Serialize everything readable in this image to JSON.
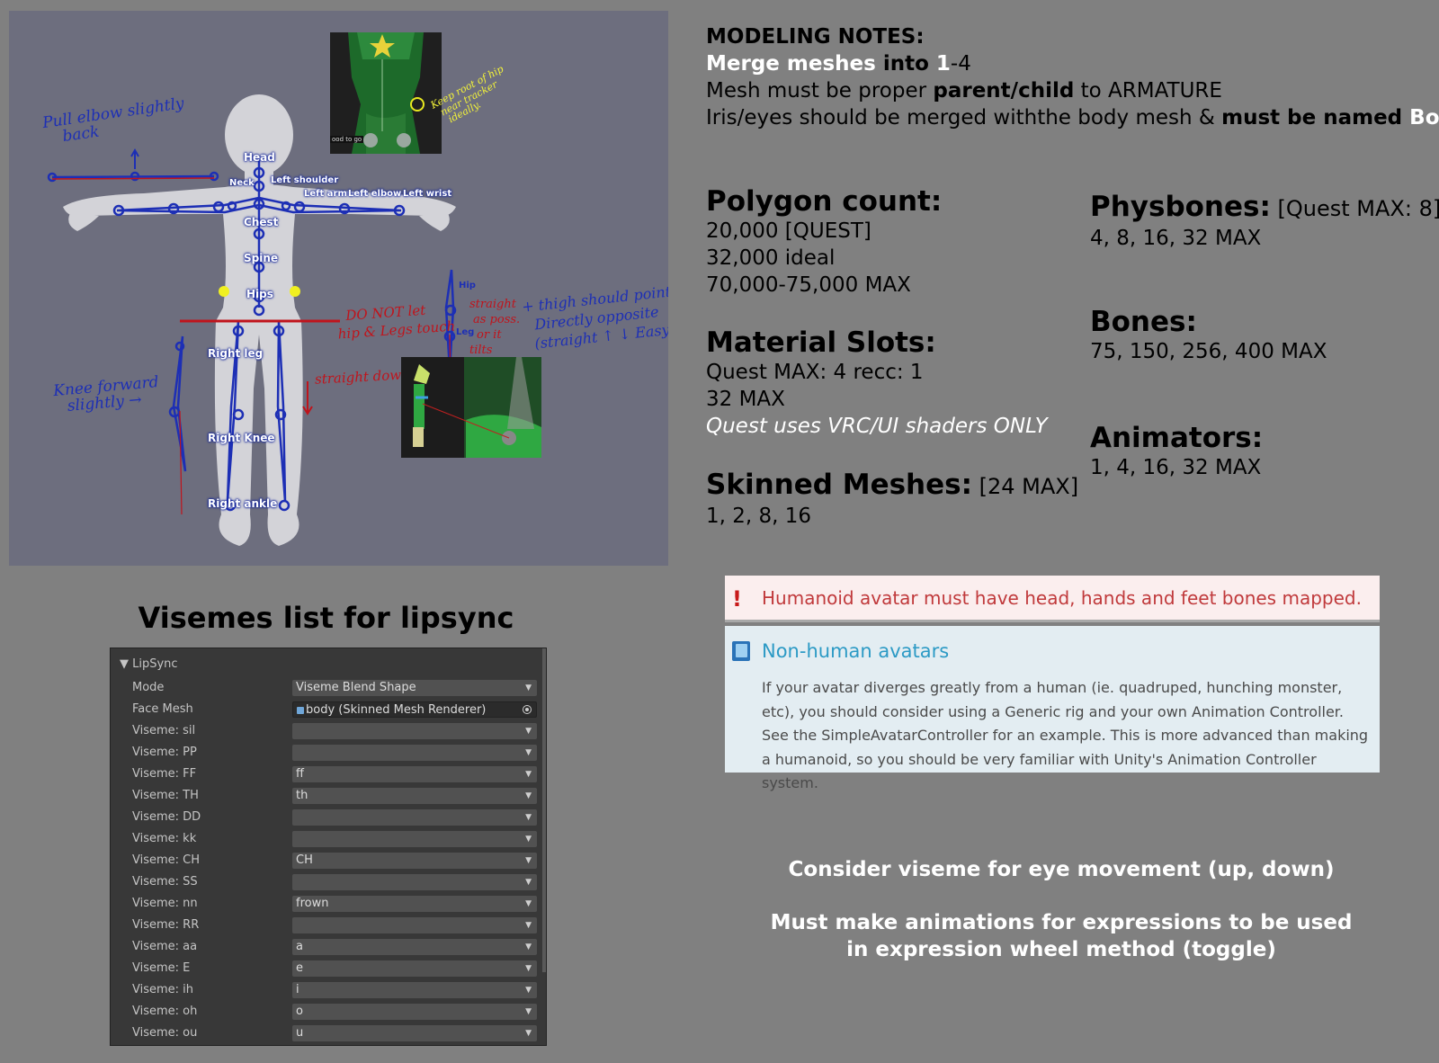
{
  "rig_diagram": {
    "bone_labels": {
      "head": "Head",
      "neck": "Neck",
      "left_shoulder": "Left shoulder",
      "left_arm": "Left arm",
      "left_elbow": "Left elbow",
      "left_wrist": "Left wrist",
      "chest": "Chest",
      "spine": "Spine",
      "hips": "Hips",
      "right_leg": "Right leg",
      "right_knee": "Right Knee",
      "right_ankle": "Right ankle",
      "hip": "Hip",
      "leg": "Leg"
    },
    "notes": {
      "pull_elbow_1": "Pull elbow slightly",
      "pull_elbow_2": "back",
      "knee_forward_1": "Knee forward",
      "knee_forward_2": "slightly →",
      "do_not_let_1": "DO NOT let",
      "do_not_let_2": "hip & Legs touch",
      "straight_down": "straight down",
      "straight_1": "straight",
      "straight_2": "as poss.",
      "straight_3": "or it",
      "straight_4": "tilts",
      "thigh_1": "+ thigh should point",
      "thigh_2": "Directly opposite",
      "thigh_3": "(straight ↑ ↓ Easy)",
      "keep_root_1": "Keep root of hip",
      "keep_root_2": "near tracker",
      "keep_root_3": "ideally."
    },
    "thumb_tag": "ood to go"
  },
  "modeling_notes": {
    "heading": "MODELING NOTES:",
    "merge_pre": "Merge meshes",
    "merge_mid": " into ",
    "merge_num": "1",
    "merge_post": "-4",
    "parent_pre": "Mesh must be proper ",
    "parent_bold": "parent/child",
    "parent_post": " to ARMATURE",
    "iris_pre": "Iris/eyes should be merged withthe body mesh & ",
    "iris_bold": "must be named",
    "iris_name": " Body"
  },
  "stats": {
    "polygon": {
      "title": "Polygon count:",
      "lines": [
        "20,000 [QUEST]",
        "32,000 ideal",
        "70,000-75,000 MAX"
      ]
    },
    "material": {
      "title": "Material Slots:",
      "lines": [
        "Quest MAX: 4 recc: 1",
        "32 MAX"
      ],
      "note": "Quest uses VRC/UI shaders ONLY"
    },
    "skinned": {
      "title": "Skinned Meshes:",
      "inline": " [24 MAX]",
      "lines": [
        "1, 2, 8, 16"
      ]
    },
    "physbones": {
      "title": "Physbones:",
      "inline": " [Quest MAX: 8]",
      "lines": [
        "4, 8, 16, 32 MAX"
      ]
    },
    "bones": {
      "title": "Bones:",
      "lines": [
        "75, 150, 256, 400 MAX"
      ]
    },
    "animators": {
      "title": "Animators:",
      "lines": [
        "1, 4, 16, 32 MAX"
      ]
    }
  },
  "visemes": {
    "title": "Visemes list for lipsync",
    "header": "▼ LipSync",
    "rows": [
      {
        "label": "Mode",
        "value": "Viseme Blend Shape"
      },
      {
        "label": "Face Mesh",
        "value": "body (Skinned Mesh Renderer)"
      },
      {
        "label": "Viseme: sil",
        "value": ""
      },
      {
        "label": "Viseme: PP",
        "value": ""
      },
      {
        "label": "Viseme: FF",
        "value": "ff"
      },
      {
        "label": "Viseme: TH",
        "value": "th"
      },
      {
        "label": "Viseme: DD",
        "value": ""
      },
      {
        "label": "Viseme: kk",
        "value": ""
      },
      {
        "label": "Viseme: CH",
        "value": "CH"
      },
      {
        "label": "Viseme: SS",
        "value": ""
      },
      {
        "label": "Viseme: nn",
        "value": "frown"
      },
      {
        "label": "Viseme: RR",
        "value": ""
      },
      {
        "label": "Viseme: aa",
        "value": "a"
      },
      {
        "label": "Viseme: E",
        "value": "e"
      },
      {
        "label": "Viseme: ih",
        "value": "i"
      },
      {
        "label": "Viseme: oh",
        "value": "o"
      },
      {
        "label": "Viseme: ou",
        "value": "u"
      }
    ]
  },
  "warning": {
    "icon": "exclamation-icon",
    "text": "Humanoid avatar must have head, hands and feet bones mapped."
  },
  "info": {
    "icon": "book-icon",
    "title": "Non-human avatars",
    "body": "If your avatar diverges greatly from a human (ie. quadruped, hunching monster, etc), you should consider using a Generic rig and your own Animation Controller. See the SimpleAvatarController for an example. This is more advanced than making a humanoid, so you should be very familiar with Unity's Animation Controller system."
  },
  "bottom_notes": {
    "eye": "Consider viseme for eye movement (up, down)",
    "anim_1": "Must make animations for expressions to be used",
    "anim_2": "in expression wheel method (toggle)"
  },
  "colors": {
    "page_bg": "#808080",
    "rig_bg": "#6d6e7e",
    "bone_blue": "#1d2fb5",
    "note_red": "#c0141c",
    "tracker_yellow": "#f2f23a",
    "warning_red": "#c0393b",
    "info_blue": "#2c9ac5"
  }
}
